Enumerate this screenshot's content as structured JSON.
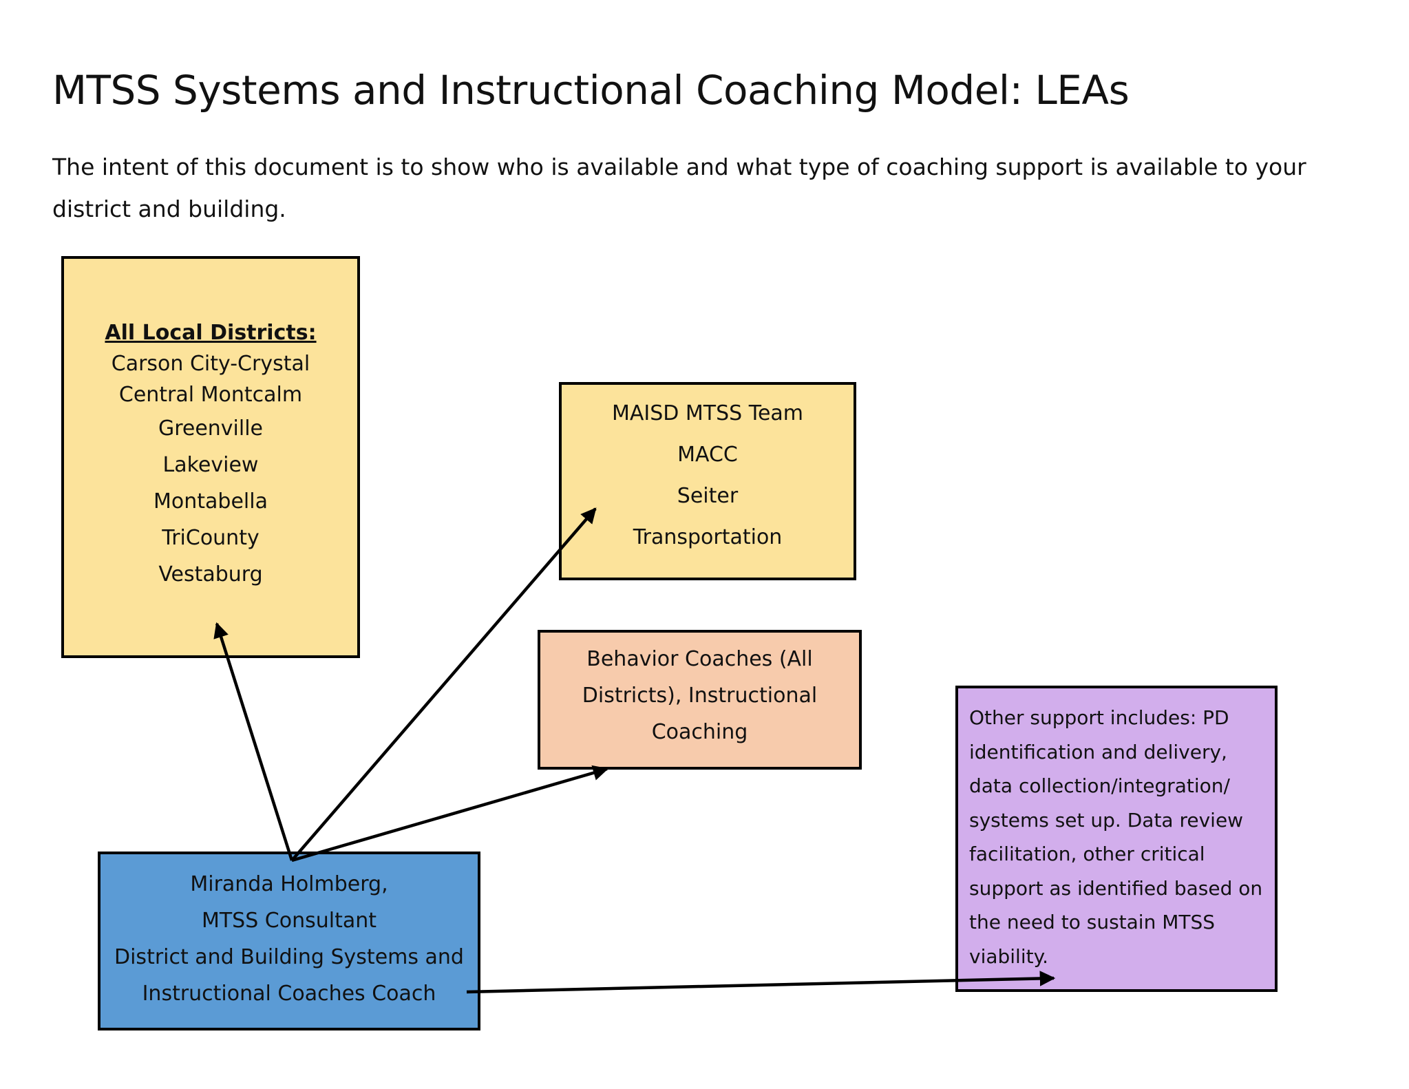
{
  "title": "MTSS Systems and Instructional Coaching Model: LEAs",
  "intro": "The intent of this document is to show who is available and what type of coaching support is available to your district and building.",
  "colors": {
    "yellow_box": "#FCE39B",
    "peach_box": "#F7CBAC",
    "blue_box": "#5B9BD5",
    "purple_box": "#D2AEEC",
    "border": "#000000"
  },
  "districts_box": {
    "heading": "All Local Districts:",
    "items": [
      "Carson City-Crystal",
      "Central Montcalm",
      "Greenville",
      "Lakeview",
      "Montabella",
      "TriCounty",
      "Vestaburg"
    ]
  },
  "maisd_box": {
    "items": [
      "MAISD MTSS Team",
      "MACC",
      "Seiter",
      "Transportation"
    ]
  },
  "behavior_box": {
    "text": "Behavior Coaches (All Districts), Instructional Coaching"
  },
  "miranda_box": {
    "lines": [
      "Miranda Holmberg,",
      "MTSS Consultant",
      "District and Building Systems and",
      "Instructional Coaches Coach"
    ]
  },
  "other_support_box": {
    "text": "Other support includes: PD identification and delivery, data collection/integration/ systems set up. Data review facilitation, other critical support as identified based on the need to sustain MTSS viability."
  }
}
